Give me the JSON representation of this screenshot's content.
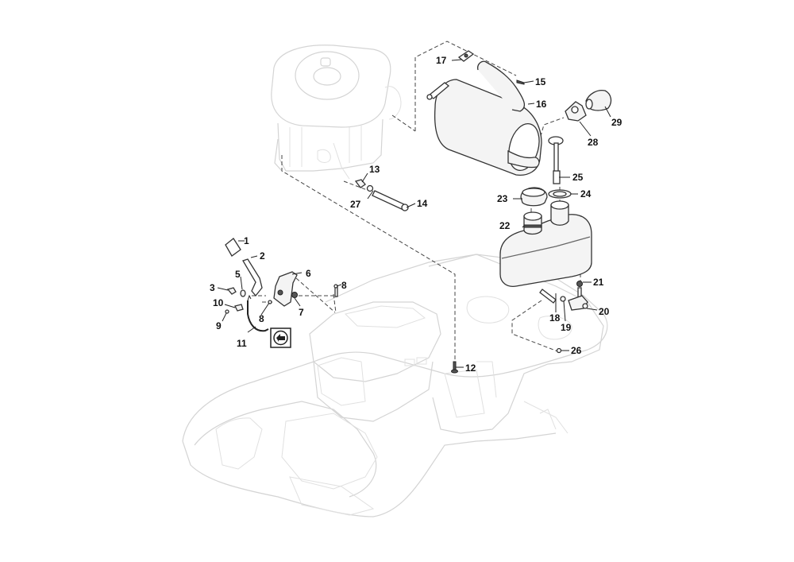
{
  "diagram": {
    "title": "",
    "callouts": [
      {
        "id": "1",
        "part": "grip"
      },
      {
        "id": "2",
        "part": "lever"
      },
      {
        "id": "3",
        "part": "screw"
      },
      {
        "id": "5",
        "part": "washer"
      },
      {
        "id": "6",
        "part": "bracket"
      },
      {
        "id": "7",
        "part": "nut"
      },
      {
        "id": "8",
        "part": "screw"
      },
      {
        "id": "8",
        "part": "screw"
      },
      {
        "id": "9",
        "part": "screw"
      },
      {
        "id": "10",
        "part": "cable-clamp"
      },
      {
        "id": "11",
        "part": "throttle-cable"
      },
      {
        "id": "12",
        "part": "bolt"
      },
      {
        "id": "13",
        "part": "fitting"
      },
      {
        "id": "14",
        "part": "fuel-hose"
      },
      {
        "id": "15",
        "part": "screw"
      },
      {
        "id": "16",
        "part": "muffler"
      },
      {
        "id": "17",
        "part": "gasket"
      },
      {
        "id": "18",
        "part": "hose"
      },
      {
        "id": "19",
        "part": "o-ring"
      },
      {
        "id": "20",
        "part": "fuel-valve"
      },
      {
        "id": "21",
        "part": "nut"
      },
      {
        "id": "22",
        "part": "fuel-tank"
      },
      {
        "id": "23",
        "part": "fuel-cap"
      },
      {
        "id": "24",
        "part": "seal"
      },
      {
        "id": "25",
        "part": "fuel-gauge"
      },
      {
        "id": "26",
        "part": "screw"
      },
      {
        "id": "27",
        "part": "clamp"
      },
      {
        "id": "28",
        "part": "muffler-bracket"
      },
      {
        "id": "29",
        "part": "exhaust-deflector"
      }
    ],
    "labels": {
      "l1": "1",
      "l2": "2",
      "l3": "3",
      "l5": "5",
      "l6": "6",
      "l7": "7",
      "l8a": "8",
      "l8b": "8",
      "l9": "9",
      "l10": "10",
      "l11": "11",
      "l12": "12",
      "l13": "13",
      "l14": "14",
      "l15": "15",
      "l16": "16",
      "l17": "17",
      "l18": "18",
      "l19": "19",
      "l20": "20",
      "l21": "21",
      "l22": "22",
      "l23": "23",
      "l24": "24",
      "l25": "25",
      "l26": "26",
      "l27": "27",
      "l28": "28",
      "l29": "29"
    },
    "symbol": {
      "name": "choke-throttle-symbol"
    }
  }
}
